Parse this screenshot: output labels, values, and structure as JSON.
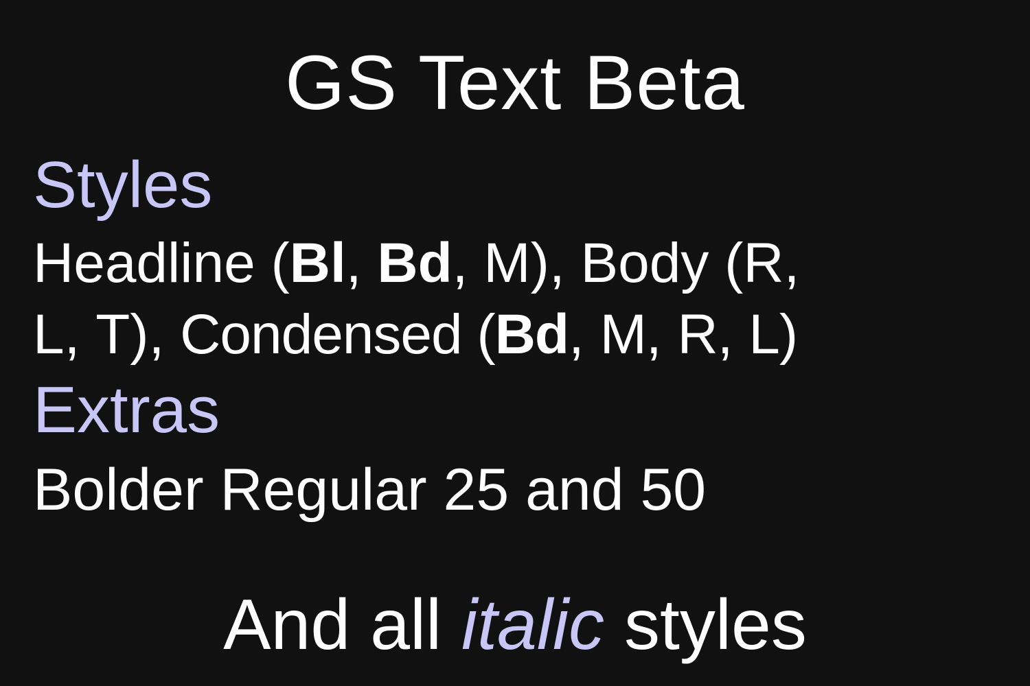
{
  "title": "GS Text Beta",
  "styles": {
    "heading": "Styles",
    "headline_label": "Headline",
    "open1": " (",
    "bl": "Bl",
    "comma1": ", ",
    "bd1": "Bd",
    "comma2": ", ",
    "m1": "M",
    "close1": "), ",
    "body_label": "Body (R,",
    "l1": "L",
    "comma3": ", ",
    "t1": "T",
    "close2": "), ",
    "condensed_label": "Condensed (",
    "bd2": "Bd",
    "comma4": ", ",
    "m2": "M",
    "comma5": ", ",
    "r2": "R",
    "comma6": ", ",
    "l2": "L",
    "close3": ")"
  },
  "extras": {
    "heading": "Extras",
    "text": "Bolder Regular 25 and 50"
  },
  "closing": {
    "prefix": "And all ",
    "italic_word": "italic",
    "suffix": " styles"
  },
  "colors": {
    "background": "#111111",
    "text": "#ffffff",
    "accent": "#c8c6f6"
  }
}
